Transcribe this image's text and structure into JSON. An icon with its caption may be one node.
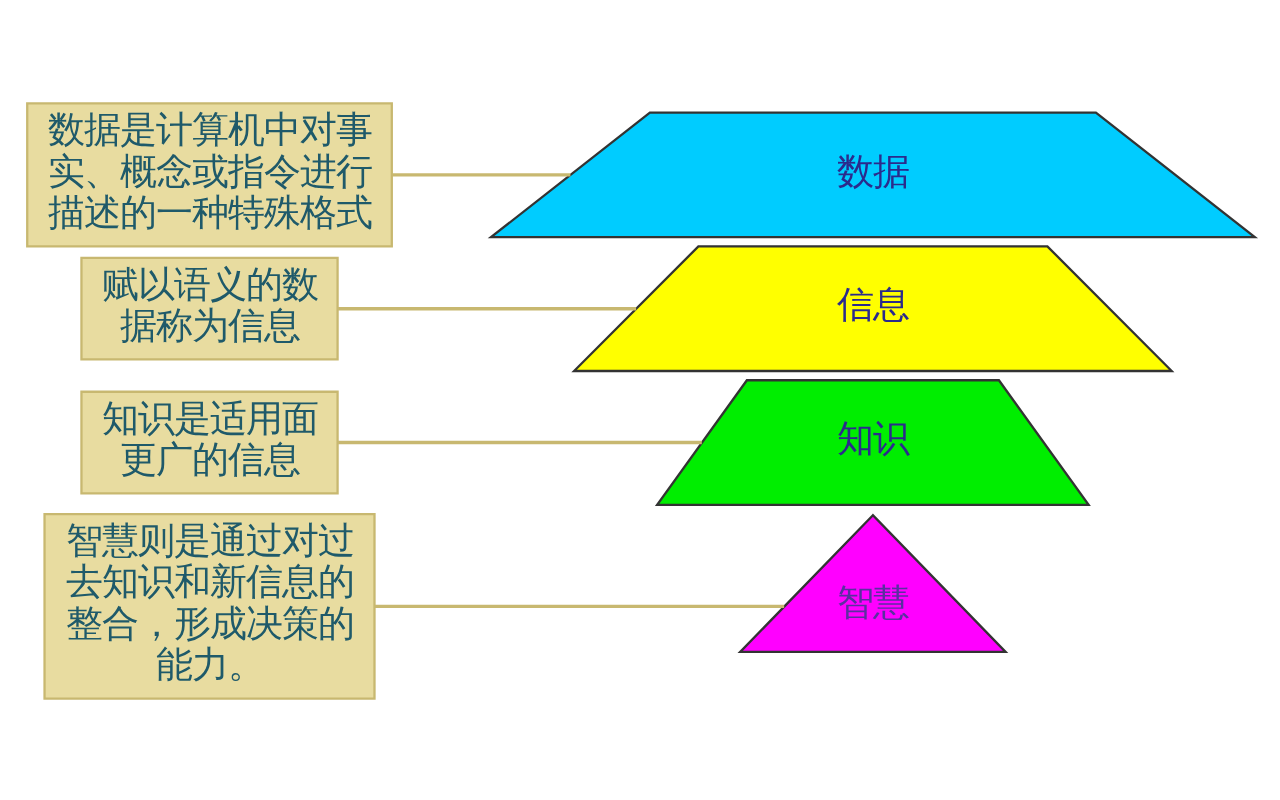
{
  "diagram": {
    "nodes": [
      {
        "text": [
          "智慧"
        ]
      },
      {
        "text": [
          "知识"
        ]
      },
      {
        "text": [
          "信息"
        ]
      },
      {
        "text": [
          "数据"
        ]
      },
      {
        "text": [
          "智慧则是通过对过去知识和新信息的整合，形成决策的能力。"
        ]
      },
      {
        "text": [
          "知识是适用面更广的信息"
        ]
      },
      {
        "text": [
          "赋以语义的数据称为信息"
        ]
      },
      {
        "text": [
          "数据是计算机中对事实、概念或指令进行描述的一种特殊格式"
        ]
      }
    ],
    "edges": [
      {
        "from": 4,
        "to": 0,
        "arrow": "none"
      },
      {
        "from": 5,
        "to": 1,
        "arrow": "none"
      },
      {
        "from": 6,
        "to": 2,
        "arrow": "none"
      },
      {
        "from": 7,
        "to": 3,
        "arrow": "none"
      }
    ]
  }
}
